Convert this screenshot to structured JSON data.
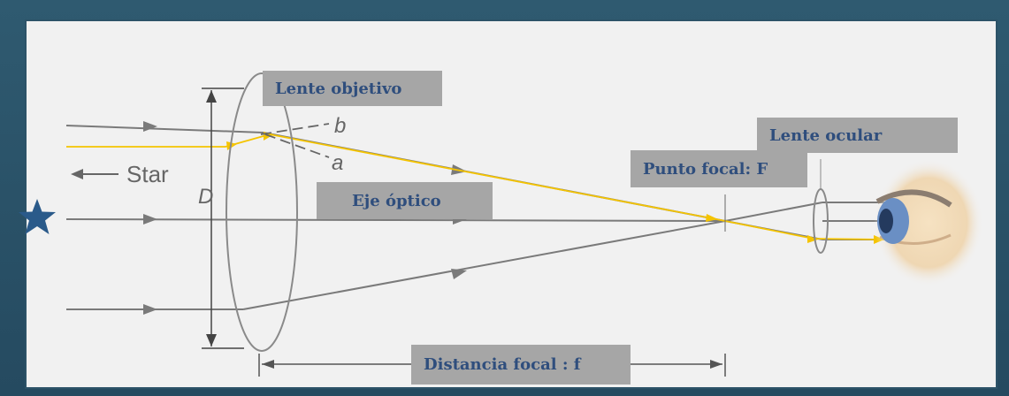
{
  "labels": {
    "objective_lens": "Lente objetivo",
    "eyepiece_lens": "Lente ocular",
    "focal_point": "Punto focal: F",
    "optical_axis": "Eje óptico",
    "focal_length": "Distancia focal : f",
    "star": "Star",
    "diameter": "D",
    "ray_a": "a",
    "ray_b": "b"
  },
  "colors": {
    "background": "#2a4d63",
    "panel": "#f1f1f1",
    "ray": "#7a7a7a",
    "highlight_ray": "#f5c400",
    "label_box": "#a6a6a6",
    "label_text": "#2f4e7d",
    "star": "#2a5a8a",
    "iris": "#6a8fc4",
    "eyelid": "#f0ddc0"
  },
  "icons": {
    "star": "star-icon",
    "eye": "eye-icon"
  }
}
